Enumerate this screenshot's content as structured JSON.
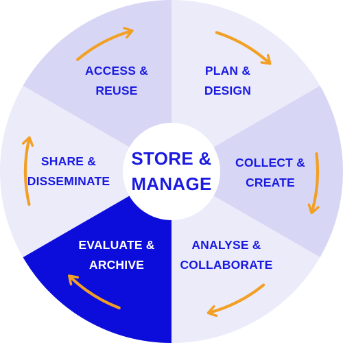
{
  "colors": {
    "segment_light": "#ebebfa",
    "segment_medium": "#d7d7f5",
    "segment_dark": "#0d0ddb",
    "text_blue": "#1a1ae0",
    "text_on_dark": "#ffffff",
    "arrow_orange": "#f2a024",
    "center_fill": "#ffffff"
  },
  "center": {
    "line1": "STORE &",
    "line2": "MANAGE"
  },
  "stages": [
    {
      "id": "access-reuse",
      "line1": "ACCESS &",
      "line2": "REUSE",
      "shade": "medium"
    },
    {
      "id": "plan-design",
      "line1": "PLAN &",
      "line2": "DESIGN",
      "shade": "light"
    },
    {
      "id": "collect-create",
      "line1": "COLLECT &",
      "line2": "CREATE",
      "shade": "medium"
    },
    {
      "id": "analyse-collaborate",
      "line1": "ANALYSE &",
      "line2": "COLLABORATE",
      "shade": "light"
    },
    {
      "id": "evaluate-archive",
      "line1": "EVALUATE &",
      "line2": "ARCHIVE",
      "shade": "dark"
    },
    {
      "id": "share-disseminate",
      "line1": "SHARE &",
      "line2": "DISSEMINATE",
      "shade": "light"
    }
  ]
}
